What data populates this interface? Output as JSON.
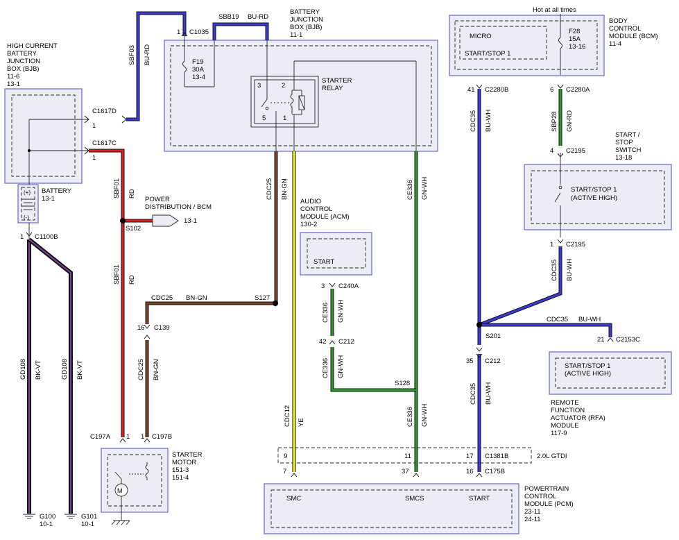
{
  "colors": {
    "blue_wire": "#3a3ad8",
    "red_wire": "#e02020",
    "brown_wire": "#7a4428",
    "yellow_wire": "#f2f21e",
    "green_wire": "#2e9a2e",
    "black_wire": "#1a1a1a",
    "violet_stripe": "#8040a0",
    "component_border": "#6f6fd4",
    "component_fill": "#ececf4"
  },
  "components": {
    "hcbjb": [
      "HIGH CURRENT",
      "BATTERY",
      "JUNCTION",
      "BOX (BJB)",
      "11-6",
      "13-1"
    ],
    "bjb": [
      "BATTERY",
      "JUNCTION",
      "BOX (BJB)",
      "11-1"
    ],
    "starter_relay": [
      "STARTER",
      "RELAY"
    ],
    "bcm": [
      "BODY",
      "CONTROL",
      "MODULE (BCM)",
      "11-4"
    ],
    "hot_at_all_times": "Hot at all times",
    "micro": "MICRO",
    "bcm_pin": "START/STOP 1",
    "fuse_f28": [
      "F28",
      "15A",
      "13-16"
    ],
    "fuse_f19": [
      "F19",
      "30A",
      "13-4"
    ],
    "battery": [
      "BATTERY",
      "13-1"
    ],
    "power_dist": [
      "POWER",
      "DISTRIBUTION / BCM"
    ],
    "power_dist_ref": "13-1",
    "acm": [
      "AUDIO",
      "CONTROL",
      "MODULE (ACM)",
      "130-2"
    ],
    "acm_pin": "START",
    "ss_switch": [
      "START /",
      "STOP",
      "SWITCH",
      "13-18"
    ],
    "ss_switch_pin": [
      "START/STOP 1",
      "(ACTIVE HIGH)"
    ],
    "rfa_pin": [
      "START/STOP 1",
      "(ACTIVE HIGH)"
    ],
    "rfa": [
      "REMOTE",
      "FUNCTION",
      "ACTUATOR (RFA)",
      "MODULE",
      "117-9"
    ],
    "starter_motor": [
      "STARTER",
      "MOTOR",
      "151-3",
      "151-4"
    ],
    "pcm": [
      "POWERTRAIN",
      "CONTROL",
      "MODULE (PCM)",
      "23-11",
      "24-11"
    ],
    "pcm_pins": {
      "smc": "SMC",
      "smcs": "SMCS",
      "start": "START"
    },
    "gtdi": "2.0L GTDI",
    "ground_g100": [
      "G100",
      "10-1"
    ],
    "ground_g101": [
      "G101",
      "10-1"
    ],
    "relay_pins": {
      "p3": "3",
      "p2": "2",
      "p5": "5",
      "p1": "1"
    },
    "battery_plus": "(+)",
    "battery_minus": "(-)"
  },
  "connectors": {
    "c1035": "C1035",
    "c1035_pin": "1",
    "c1617d": "C1617D",
    "c1617d_pin": "1",
    "c1617c": "C1617C",
    "c1617c_pin": "1",
    "c1100b": "C1100B",
    "c1100b_pin": "1",
    "s102": "S102",
    "s127": "S127",
    "c139": "C139",
    "c139_pin": "16",
    "c197a": "C197A",
    "c197a_pin": "1",
    "c197b": "C197B",
    "c197b_pin": "1",
    "c240a": "C240A",
    "c240a_pin": "3",
    "c212_acm": "C212",
    "c212_acm_pin": "42",
    "s128": "S128",
    "c2280b": "C2280B",
    "c2280b_pin": "41",
    "c2280a": "C2280A",
    "c2280a_pin": "6",
    "c2195_top": "C2195",
    "c2195_top_pin": "4",
    "c2195_bot": "C2195",
    "c2195_bot_pin": "1",
    "s201": "S201",
    "c2153c": "C2153C",
    "c2153c_pin": "21",
    "c212_pcm": "C212",
    "c212_pcm_pin": "35",
    "c1381b": "C1381B",
    "c1381b_pins": [
      "9",
      "11",
      "17"
    ],
    "c175b": "C175B",
    "c175b_pins": [
      "7",
      "37",
      "16"
    ]
  },
  "wires": {
    "sbf03": {
      "circuit": "SBF03",
      "color": "BU-RD"
    },
    "sbb19": {
      "circuit": "SBB19",
      "color": "BU-RD"
    },
    "sbf01_top": {
      "circuit": "SBF01",
      "color": "RD"
    },
    "sbf01_bot": {
      "circuit": "SBF01",
      "color": "RD"
    },
    "cdc25_relay": {
      "circuit": "CDC25",
      "color": "BN-GN"
    },
    "cdc25_horiz": {
      "circuit": "CDC25",
      "color": "BN-GN"
    },
    "cdc25_motor": {
      "circuit": "CDC25",
      "color": "BN-GN"
    },
    "cdc12": {
      "circuit": "CDC12",
      "color": "YE"
    },
    "ce336_relay": {
      "circuit": "CE336",
      "color": "GN-WH"
    },
    "ce336_acm1": {
      "circuit": "CE336",
      "color": "GN-WH"
    },
    "ce336_acm2": {
      "circuit": "CE336",
      "color": "GN-WH"
    },
    "ce336_pcm": {
      "circuit": "CE336",
      "color": "GN-WH"
    },
    "cdc35_bcm": {
      "circuit": "CDC35",
      "color": "BU-WH"
    },
    "sbp28": {
      "circuit": "SBP28",
      "color": "GN-RD"
    },
    "cdc35_sw": {
      "circuit": "CDC35",
      "color": "BU-WH"
    },
    "cdc35_rfa": {
      "circuit": "CDC35",
      "color": "BU-WH"
    },
    "cdc35_pcm": {
      "circuit": "CDC35",
      "color": "BU-WH"
    },
    "gd108_a": {
      "circuit": "GD108",
      "color": "BK-VT"
    },
    "gd108_b": {
      "circuit": "GD108",
      "color": "BK-VT"
    }
  }
}
